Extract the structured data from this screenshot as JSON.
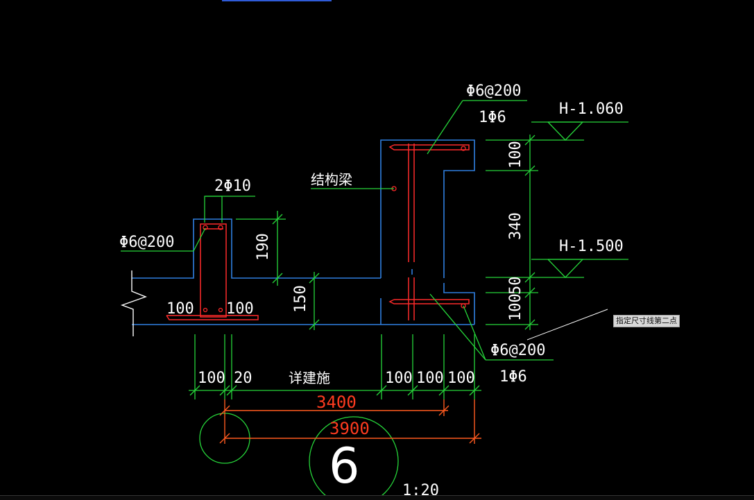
{
  "labels": {
    "left_stirrup": "Φ6@200",
    "left_top_bars": "2Φ10",
    "left_dim_190": "190",
    "left_dim_150": "150",
    "left_100_a": "100",
    "left_100_b": "100",
    "beam_label": "结构梁",
    "right_stirrup_top": "Φ6@200",
    "right_bar_top": "1Φ6",
    "level_top": "H-1.060",
    "level_mid": "H-1.500",
    "right_dim_100_top": "100",
    "right_dim_340": "340",
    "right_dim_50": "50",
    "right_dim_100_bot": "100",
    "right_stirrup_bot": "Φ6@200",
    "right_bar_bot": "1Φ6",
    "bottom_dim_100_a": "100",
    "bottom_dim_20": "20",
    "bottom_note": "详建施",
    "bottom_dim_100_b": "100",
    "bottom_dim_100_c": "100",
    "bottom_dim_100_d": "100",
    "dim_3400": "3400",
    "dim_3900": "3900",
    "detail_number": "6",
    "scale": "1:20"
  },
  "tooltip": "指定尺寸线第二点",
  "colors": {
    "background": "#000000",
    "concrete": "#2f7fe0",
    "rebar": "#ff2a2a",
    "dimension": "#26d63a",
    "dimension_orange": "#ff5a1f",
    "text": "#ffffff"
  }
}
